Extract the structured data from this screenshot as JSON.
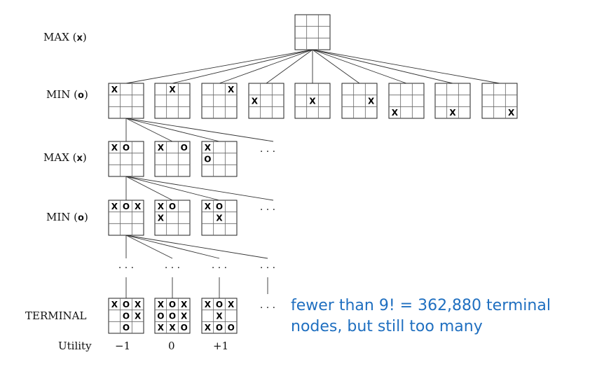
{
  "levels": {
    "max1": {
      "text": "MAX (",
      "sym": "x",
      "end": ")"
    },
    "min1": {
      "text": "MIN (",
      "sym": "o",
      "end": ")"
    },
    "max2": {
      "text": "MAX (",
      "sym": "x",
      "end": ")"
    },
    "min2": {
      "text": "MIN (",
      "sym": "o",
      "end": ")"
    },
    "terminal": "TERMINAL",
    "utility": "Utility"
  },
  "utilities": [
    "−1",
    "0",
    "+1"
  ],
  "ellipsis": "· · ·",
  "note": {
    "line1": "fewer than 9! = 362,880 terminal",
    "line2": "nodes, but still too many"
  },
  "marks": {
    "x": "X",
    "o": "O"
  },
  "boards": {
    "root": [
      [
        "",
        "",
        ""
      ],
      [
        "",
        "",
        ""
      ],
      [
        "",
        "",
        ""
      ]
    ],
    "min1": [
      [
        [
          "X",
          "",
          ""
        ],
        [
          "",
          "",
          ""
        ],
        [
          "",
          "",
          ""
        ]
      ],
      [
        [
          "",
          "X",
          ""
        ],
        [
          "",
          "",
          ""
        ],
        [
          "",
          "",
          ""
        ]
      ],
      [
        [
          "",
          "",
          "X"
        ],
        [
          "",
          "",
          ""
        ],
        [
          "",
          "",
          ""
        ]
      ],
      [
        [
          "",
          "",
          ""
        ],
        [
          "X",
          "",
          ""
        ],
        [
          "",
          "",
          ""
        ]
      ],
      [
        [
          "",
          "",
          ""
        ],
        [
          "",
          "X",
          ""
        ],
        [
          "",
          "",
          ""
        ]
      ],
      [
        [
          "",
          "",
          ""
        ],
        [
          "",
          "",
          "X"
        ],
        [
          "",
          "",
          ""
        ]
      ],
      [
        [
          "",
          "",
          ""
        ],
        [
          "",
          "",
          ""
        ],
        [
          "X",
          "",
          ""
        ]
      ],
      [
        [
          "",
          "",
          ""
        ],
        [
          "",
          "",
          ""
        ],
        [
          "",
          "X",
          ""
        ]
      ],
      [
        [
          "",
          "",
          ""
        ],
        [
          "",
          "",
          ""
        ],
        [
          "",
          "",
          "X"
        ]
      ]
    ],
    "max2": [
      [
        [
          "X",
          "O",
          ""
        ],
        [
          "",
          "",
          ""
        ],
        [
          "",
          "",
          ""
        ]
      ],
      [
        [
          "X",
          "",
          "O"
        ],
        [
          "",
          "",
          ""
        ],
        [
          "",
          "",
          ""
        ]
      ],
      [
        [
          "X",
          "",
          ""
        ],
        [
          "O",
          "",
          ""
        ],
        [
          "",
          "",
          ""
        ]
      ]
    ],
    "min2": [
      [
        [
          "X",
          "O",
          "X"
        ],
        [
          "",
          "",
          ""
        ],
        [
          "",
          "",
          ""
        ]
      ],
      [
        [
          "X",
          "O",
          ""
        ],
        [
          "X",
          "",
          ""
        ],
        [
          "",
          "",
          ""
        ]
      ],
      [
        [
          "X",
          "O",
          ""
        ],
        [
          "",
          "X",
          ""
        ],
        [
          "",
          "",
          ""
        ]
      ]
    ],
    "terminal": [
      [
        [
          "X",
          "O",
          "X"
        ],
        [
          "",
          "O",
          "X"
        ],
        [
          "",
          "O",
          ""
        ]
      ],
      [
        [
          "X",
          "O",
          "X"
        ],
        [
          "O",
          "O",
          "X"
        ],
        [
          "X",
          "X",
          "O"
        ]
      ],
      [
        [
          "X",
          "O",
          "X"
        ],
        [
          "",
          "X",
          ""
        ],
        [
          "X",
          "O",
          "O"
        ]
      ]
    ]
  }
}
